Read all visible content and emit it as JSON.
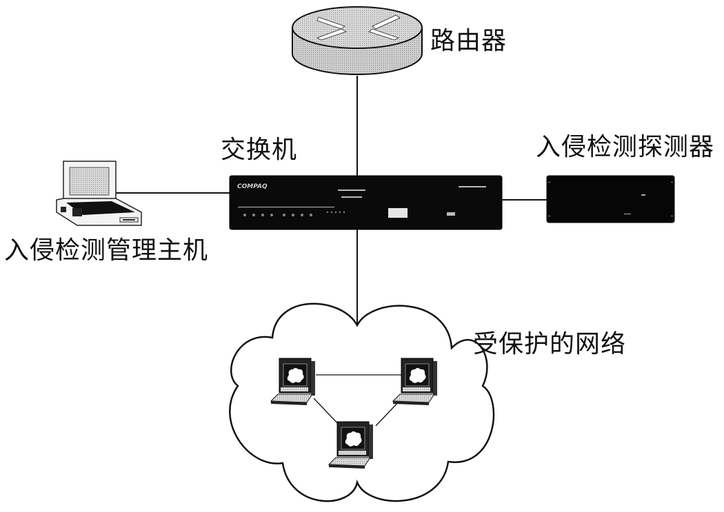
{
  "diagram": {
    "nodes": {
      "router": {
        "label": "路由器",
        "icon": "router-icon"
      },
      "switch": {
        "label": "交换机",
        "icon": "switch-icon",
        "brand": "COMPAQ"
      },
      "management_host": {
        "label": "入侵检测管理主机",
        "icon": "laptop-icon"
      },
      "sensor": {
        "label": "入侵检测探测器",
        "icon": "sensor-appliance-icon"
      },
      "protected_network": {
        "label": "受保护的网络",
        "icon": "cloud-icon",
        "workstations": 3
      }
    },
    "edges": [
      {
        "from": "router",
        "to": "switch"
      },
      {
        "from": "management_host",
        "to": "switch"
      },
      {
        "from": "switch",
        "to": "sensor"
      },
      {
        "from": "switch",
        "to": "protected_network"
      },
      {
        "from": "workstation-1",
        "to": "workstation-2"
      },
      {
        "from": "workstation-1",
        "to": "workstation-3"
      },
      {
        "from": "workstation-2",
        "to": "workstation-3"
      }
    ]
  }
}
